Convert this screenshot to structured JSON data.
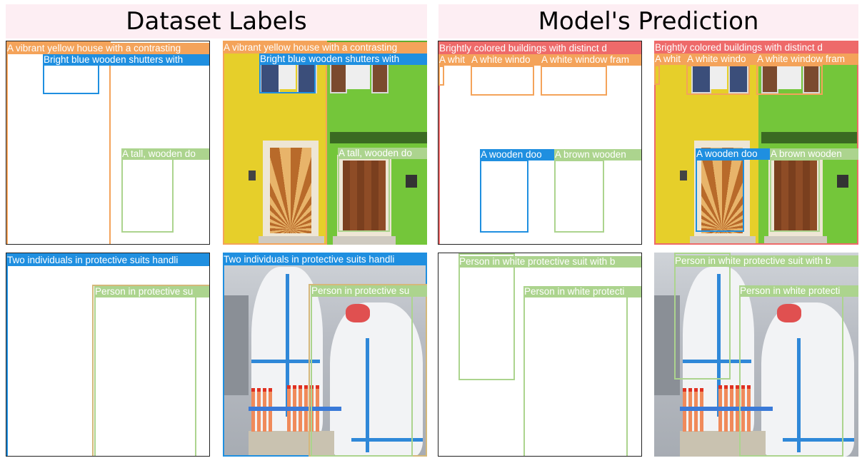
{
  "headers": {
    "left": "Dataset Labels",
    "right": "Model's Prediction"
  },
  "colors": {
    "header_bg": "#fdeef3",
    "orange": "#f4a35a",
    "blue": "#1f8fe0",
    "green": "#acd48e",
    "red": "#ee6a6a",
    "tan": "#d4b87a"
  },
  "row1": {
    "dataset": {
      "house_label": "A vibrant yellow house with a contrasting",
      "shutters_label": "Bright blue wooden shutters with",
      "door_label": "A tall, wooden do"
    },
    "prediction": {
      "buildings_label": "Brightly colored buildings with distinct d",
      "window_a_label": "A whit",
      "window_b_label": "A white windo",
      "window_c_label": "A white window fram",
      "door_a_label": "A wooden doo",
      "door_b_label": "A brown wooden"
    }
  },
  "row2": {
    "dataset": {
      "group_label": "Two individuals in protective suits handli",
      "person_label": "Person in protective su"
    },
    "prediction": {
      "person_a_label": "Person in white protective suit with b",
      "person_b_label": "Person in white protecti"
    }
  }
}
